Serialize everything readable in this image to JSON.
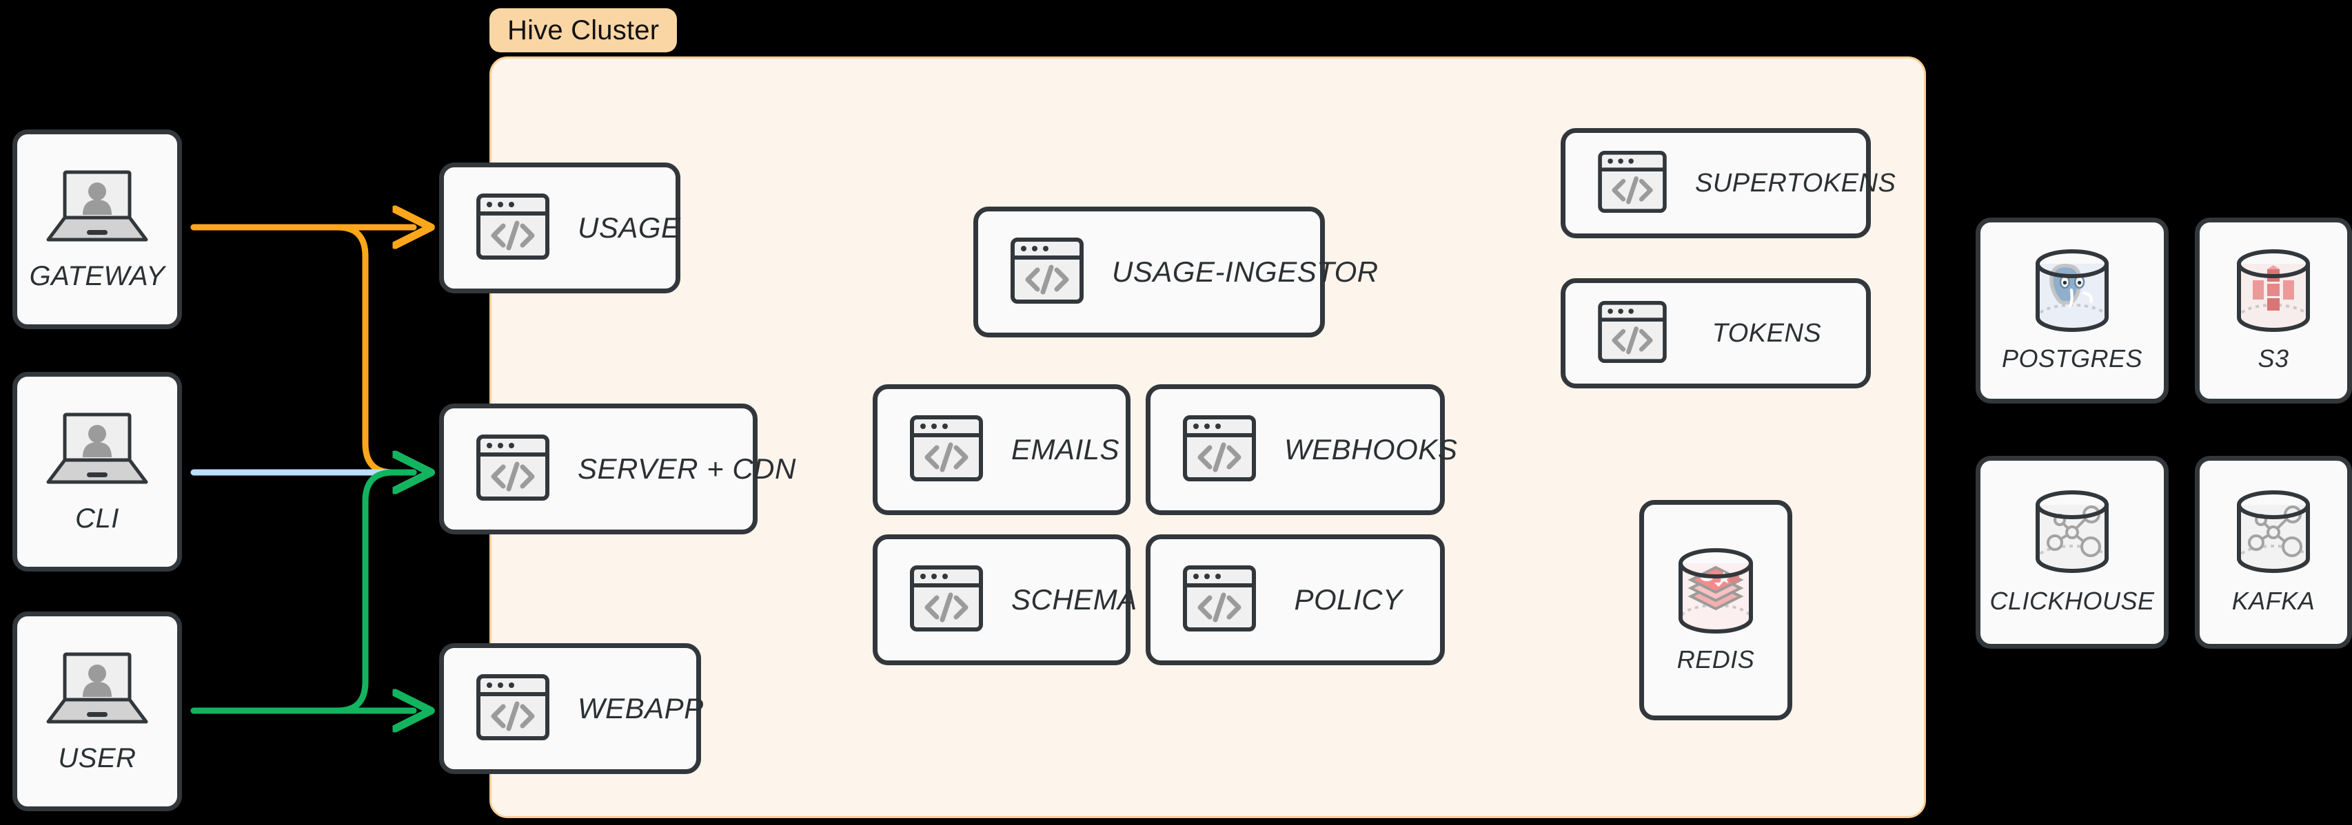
{
  "diagram": {
    "title": "Hive Cluster Architecture",
    "background": "#000000",
    "cluster": {
      "badge_label": "Hive Cluster",
      "badge_bg": "#FAD6A5",
      "panel_bg": "#FDF4EC",
      "panel_border": "#F8CE93"
    }
  },
  "clients": [
    {
      "label": "GATEWAY",
      "icon": "laptop-user-icon"
    },
    {
      "label": "CLI",
      "icon": "laptop-user-icon"
    },
    {
      "label": "USER",
      "icon": "laptop-user-icon"
    }
  ],
  "edge_services": [
    {
      "label": "USAGE",
      "icon": "code-window-icon"
    },
    {
      "label": "SERVER + CDN",
      "icon": "code-window-icon"
    },
    {
      "label": "WEBAPP",
      "icon": "code-window-icon"
    }
  ],
  "core_services": [
    {
      "label": "USAGE-INGESTOR",
      "icon": "code-window-icon"
    },
    {
      "label": "EMAILS",
      "icon": "code-window-icon"
    },
    {
      "label": "WEBHOOKS",
      "icon": "code-window-icon"
    },
    {
      "label": "SCHEMA",
      "icon": "code-window-icon"
    },
    {
      "label": "POLICY",
      "icon": "code-window-icon"
    }
  ],
  "auth_services": [
    {
      "label": "SUPERTOKENS",
      "icon": "code-window-icon"
    },
    {
      "label": "TOKENS",
      "icon": "code-window-icon"
    }
  ],
  "cluster_stores": [
    {
      "label": "REDIS",
      "icon": "redis-cylinder-icon"
    }
  ],
  "external_stores": [
    {
      "label": "POSTGRES",
      "icon": "postgres-cylinder-icon"
    },
    {
      "label": "S3",
      "icon": "s3-cylinder-icon"
    },
    {
      "label": "CLICKHOUSE",
      "icon": "graph-cylinder-icon"
    },
    {
      "label": "KAFKA",
      "icon": "graph-cylinder-icon"
    }
  ],
  "connections": [
    {
      "from": "GATEWAY",
      "to": "USAGE",
      "color": "#FBA71B"
    },
    {
      "from": "GATEWAY",
      "to": "SERVER + CDN",
      "color": "#FBA71B"
    },
    {
      "from": "CLI",
      "to": "SERVER + CDN",
      "color": "#BBDEFB"
    },
    {
      "from": "USER",
      "to": "SERVER + CDN",
      "color": "#12B45F"
    },
    {
      "from": "USER",
      "to": "WEBAPP",
      "color": "#12B45F"
    }
  ],
  "colors": {
    "orange": "#FBA71B",
    "light_blue": "#BBDEFB",
    "green": "#12B45F",
    "card_border": "#32373C",
    "card_bg": "#FAFAFA",
    "text": "#2B3033"
  }
}
